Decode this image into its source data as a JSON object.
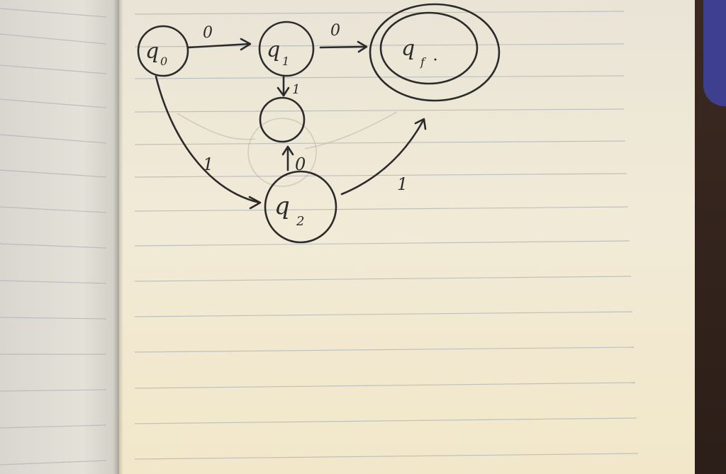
{
  "diagram": {
    "states": [
      {
        "id": "q0",
        "label": "q",
        "subscript": "0"
      },
      {
        "id": "q1",
        "label": "q",
        "subscript": "1"
      },
      {
        "id": "qf",
        "label": "q",
        "subscript": "f"
      },
      {
        "id": "q2",
        "label": "q",
        "subscript": "2"
      },
      {
        "id": "unlabeled",
        "label": "",
        "subscript": ""
      }
    ],
    "transitions": [
      {
        "from": "q0",
        "to": "q1",
        "symbol": "0"
      },
      {
        "from": "q1",
        "to": "qf",
        "symbol": "0"
      },
      {
        "from": "q1",
        "to": "unlabeled",
        "symbol": "1"
      },
      {
        "from": "q0",
        "to": "q2",
        "symbol": "1"
      },
      {
        "from": "q2",
        "to": "unlabeled",
        "symbol": "0"
      },
      {
        "from": "q2",
        "to": "qf",
        "symbol": "1"
      }
    ]
  }
}
